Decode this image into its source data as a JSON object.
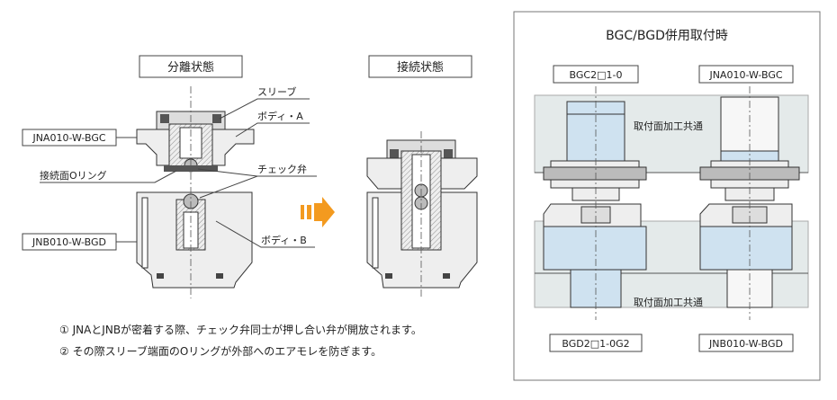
{
  "left_section": {
    "title_separated": "分離状態",
    "title_connected": "接続状態",
    "model_top": "JNA010-W-BGC",
    "model_bottom": "JNB010-W-BGD",
    "callout_sleeve": "スリーブ",
    "callout_body_a": "ボディ・A",
    "callout_oring": "接続面Oリング",
    "callout_check_valve": "チェック弁",
    "callout_body_b": "ボディ・B",
    "note_1": "①  JNAとJNBが密着する際、チェック弁同士が押し合い弁が開放されます。",
    "note_2": "②  その際スリーブ端面のOリングが外部へのエアモレを防ぎます。"
  },
  "right_section": {
    "title": "BGC/BGD併用取付時",
    "label_top_left": "BGC2□1-0",
    "label_top_right": "JNA010-W-BGC",
    "label_bottom_left": "BGD2□1-0G2",
    "label_bottom_right": "JNB010-W-BGD",
    "common_top": "取付面加工共通",
    "common_bottom": "取付面加工共通"
  },
  "colors": {
    "arrow": "#f39a1f",
    "body_fill": "#eeeeee",
    "panel_fill": "#e4eaea",
    "blue_part": "#cfe2f0",
    "outline": "#333333",
    "frame": "#666666"
  }
}
